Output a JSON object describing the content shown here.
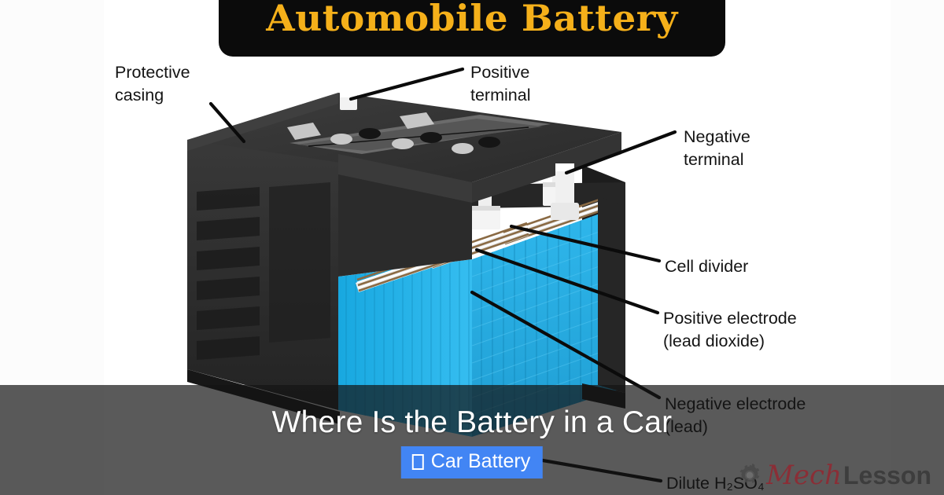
{
  "illustration": {
    "plaque_title": "Automobile Battery",
    "callouts": [
      {
        "id": "protective-casing",
        "text": "Protective\ncasing"
      },
      {
        "id": "positive-terminal",
        "text": "Positive\nterminal"
      },
      {
        "id": "negative-terminal",
        "text": "Negative\nterminal"
      },
      {
        "id": "cell-divider",
        "text": "Cell divider"
      },
      {
        "id": "positive-electrode",
        "text": "Positive electrode\n(lead dioxide)"
      },
      {
        "id": "negative-electrode",
        "text": "Negative electrode\n(lead)"
      },
      {
        "id": "dilute-acid",
        "text": "Dilute H₂SO₄"
      }
    ],
    "colors": {
      "case_dark": "#2f2f2f",
      "case_darker": "#242424",
      "vent_gray": "#6e6e6e",
      "electrolyte_cyan": "#27aee4",
      "plate_white": "#f2f2f2",
      "copper": "#8a6a44",
      "plaque_bg": "#0b0b0b",
      "plaque_text": "#f5b01a",
      "page_bg": "#fcfcfc",
      "plate_bg": "#ffffff"
    }
  },
  "overlay": {
    "title": "Where Is the Battery in a Car",
    "badge": {
      "icon": "tofu-box-icon",
      "label": "Car Battery",
      "background": "#4285f4",
      "text_color": "#ffffff"
    },
    "band_color": "rgba(20,20,20,0.70)"
  },
  "watermark": {
    "icon": "gear-icon",
    "part_one": "Mech",
    "part_two": "Lesson",
    "part_one_color": "#8f2b34",
    "part_two_color": "#3b3b3b"
  }
}
